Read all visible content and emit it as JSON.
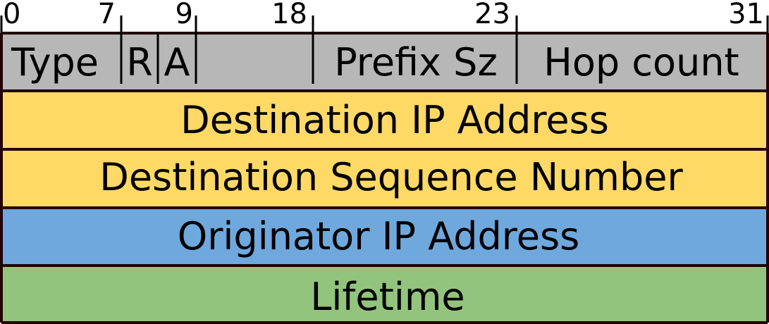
{
  "bit_positions": [
    "0",
    "7",
    "9",
    "18",
    "23",
    "31"
  ],
  "header_row": {
    "fields": [
      "Type",
      "R",
      "A",
      "Prefix Sz",
      "Hop count"
    ]
  },
  "rows": [
    {
      "label": "Destination IP Address",
      "color": "#ffd966"
    },
    {
      "label": "Destination Sequence Number",
      "color": "#ffd966"
    },
    {
      "label": "Originator IP Address",
      "color": "#6fa8dc"
    },
    {
      "label": "Lifetime",
      "color": "#93c47d"
    }
  ],
  "colors": {
    "header_fill": "#b7b7b7",
    "border": "#200000"
  }
}
